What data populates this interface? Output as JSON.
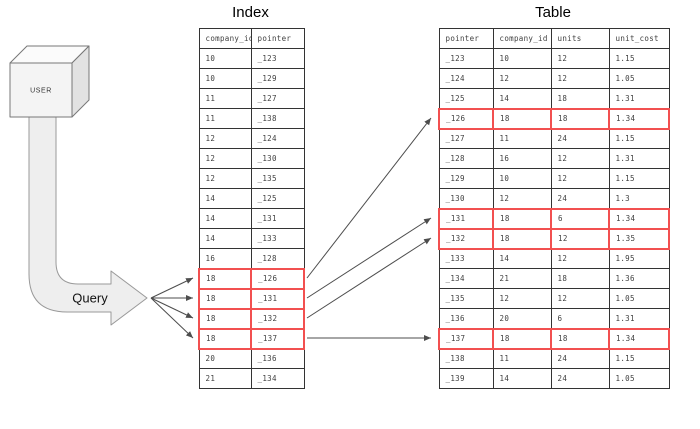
{
  "diagram": {
    "user_label": "USER",
    "query_label": "Query",
    "index": {
      "title": "Index",
      "headers": [
        "company_id",
        "pointer"
      ],
      "rows": [
        [
          "10",
          "_123"
        ],
        [
          "10",
          "_129"
        ],
        [
          "11",
          "_127"
        ],
        [
          "11",
          "_138"
        ],
        [
          "12",
          "_124"
        ],
        [
          "12",
          "_130"
        ],
        [
          "12",
          "_135"
        ],
        [
          "14",
          "_125"
        ],
        [
          "14",
          "_131"
        ],
        [
          "14",
          "_133"
        ],
        [
          "16",
          "_128"
        ],
        [
          "18",
          "_126"
        ],
        [
          "18",
          "_131"
        ],
        [
          "18",
          "_132"
        ],
        [
          "18",
          "_137"
        ],
        [
          "20",
          "_136"
        ],
        [
          "21",
          "_134"
        ]
      ],
      "highlighted_rows": [
        11,
        12,
        13,
        14
      ]
    },
    "table": {
      "title": "Table",
      "headers": [
        "pointer",
        "company_id",
        "units",
        "unit_cost"
      ],
      "rows": [
        [
          "_123",
          "10",
          "12",
          "1.15"
        ],
        [
          "_124",
          "12",
          "12",
          "1.05"
        ],
        [
          "_125",
          "14",
          "18",
          "1.31"
        ],
        [
          "_126",
          "18",
          "18",
          "1.34"
        ],
        [
          "_127",
          "11",
          "24",
          "1.15"
        ],
        [
          "_128",
          "16",
          "12",
          "1.31"
        ],
        [
          "_129",
          "10",
          "12",
          "1.15"
        ],
        [
          "_130",
          "12",
          "24",
          "1.3"
        ],
        [
          "_131",
          "18",
          "6",
          "1.34"
        ],
        [
          "_132",
          "18",
          "12",
          "1.35"
        ],
        [
          "_133",
          "14",
          "12",
          "1.95"
        ],
        [
          "_134",
          "21",
          "18",
          "1.36"
        ],
        [
          "_135",
          "12",
          "12",
          "1.05"
        ],
        [
          "_136",
          "20",
          "6",
          "1.31"
        ],
        [
          "_137",
          "18",
          "18",
          "1.34"
        ],
        [
          "_138",
          "11",
          "24",
          "1.15"
        ],
        [
          "_139",
          "14",
          "24",
          "1.05"
        ]
      ],
      "highlighted_rows": [
        3,
        8,
        9,
        14
      ]
    },
    "connections": [
      {
        "from_index_row": 11,
        "to_table_row": 3
      },
      {
        "from_index_row": 12,
        "to_table_row": 8
      },
      {
        "from_index_row": 13,
        "to_table_row": 9
      },
      {
        "from_index_row": 14,
        "to_table_row": 14
      }
    ],
    "colors": {
      "highlight": "#f25050",
      "grid_border": "#333333",
      "arrow": "#4d4d4d",
      "shape_fill": "#eeeeee",
      "shape_stroke": "#999999"
    }
  }
}
